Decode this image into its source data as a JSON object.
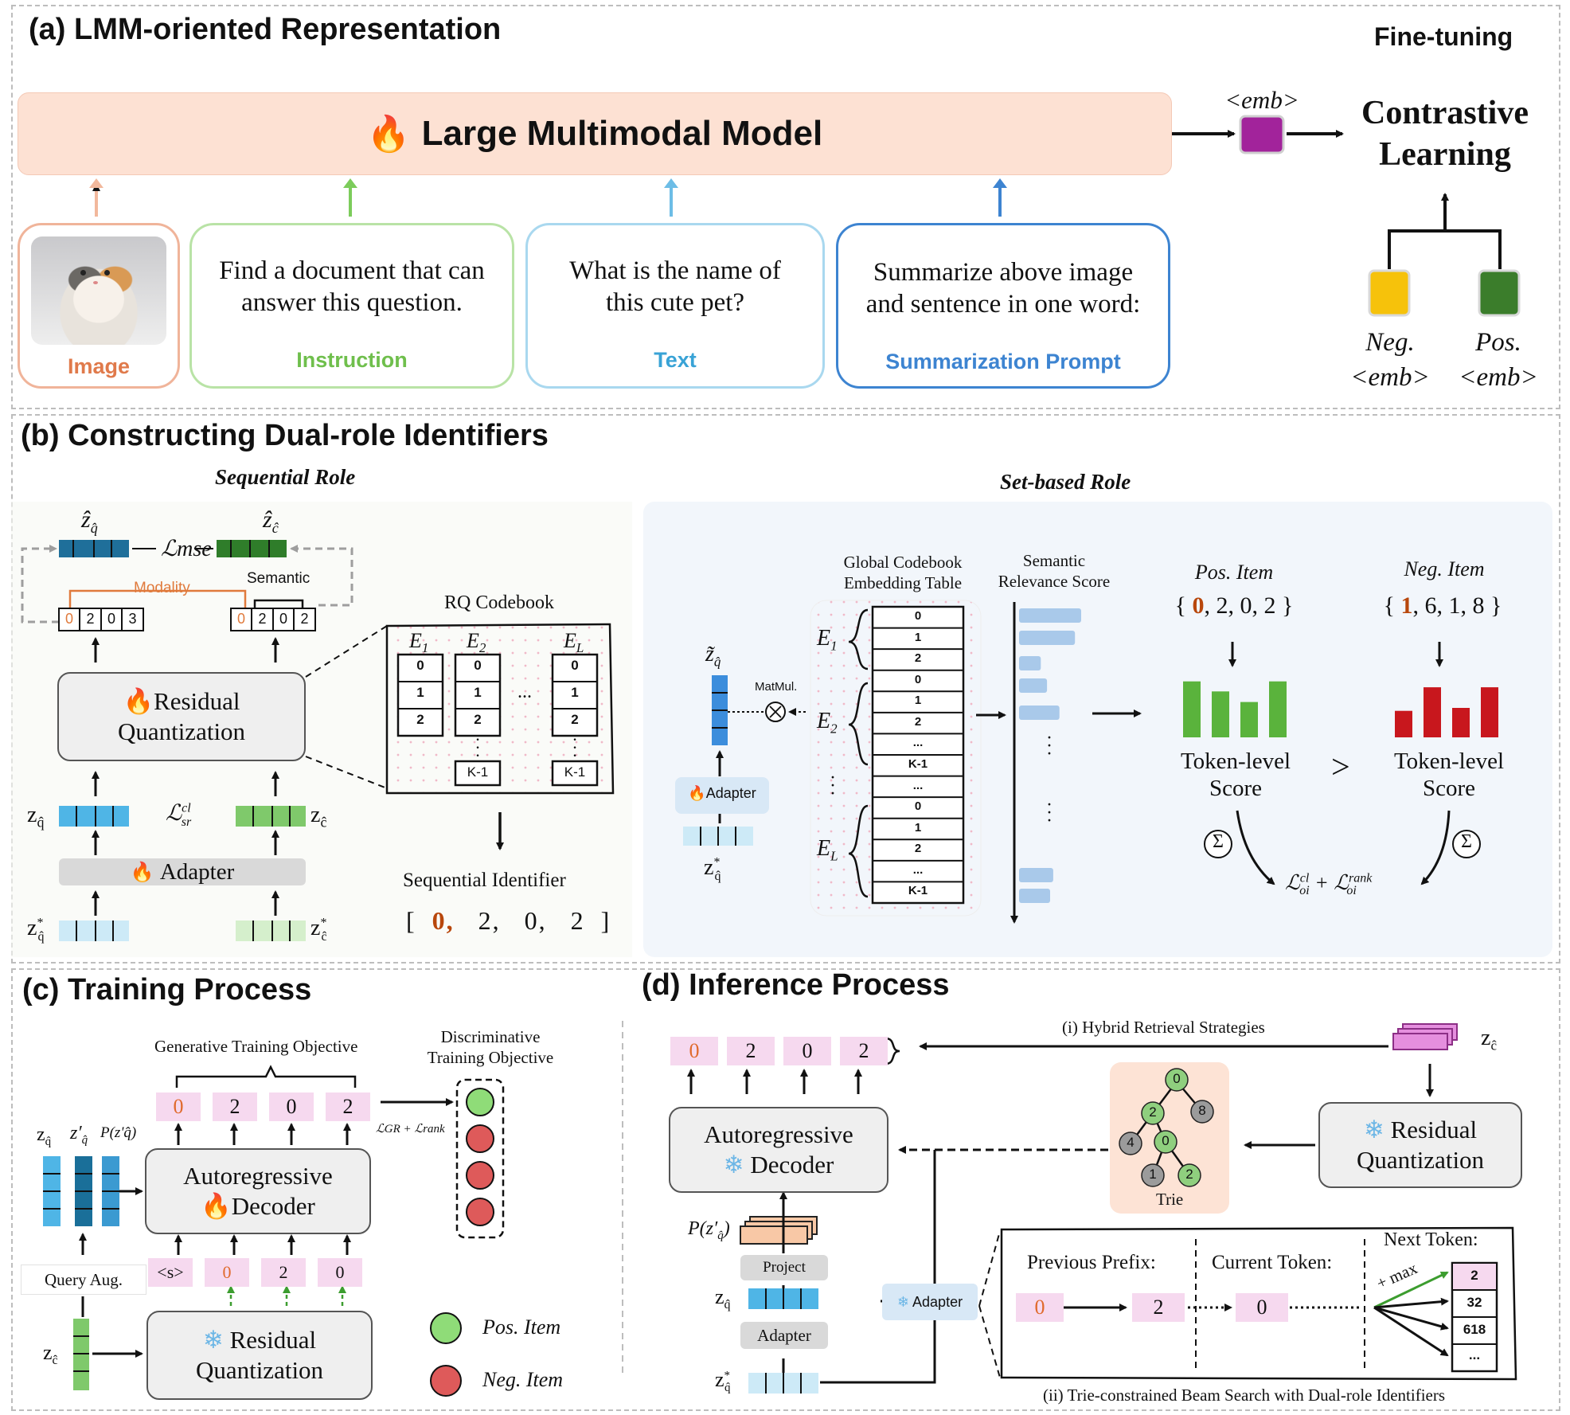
{
  "panel_a": {
    "title": "(a) LMM-oriented  Representation",
    "finetune": "Fine-tuning",
    "lmm_label": "Large Multimodal Model",
    "emb": "<emb>",
    "contrastive": [
      "Contrastive",
      "Learning"
    ],
    "neg": [
      "Neg.",
      "<emb>"
    ],
    "pos": [
      "Pos.",
      "<emb>"
    ],
    "inputs": [
      {
        "label": "Image"
      },
      {
        "text": [
          "Find a document that can",
          "answer this question."
        ],
        "label": "Instruction"
      },
      {
        "text": [
          "What is the name of",
          "this cute pet?"
        ],
        "label": "Text"
      },
      {
        "text": [
          "Summarize above image",
          "and sentence in one word:"
        ],
        "label": "Summarization Prompt"
      }
    ],
    "colors": {
      "lmm_bg": "#fde1d3",
      "emb": "#a2239b",
      "neg": "#f6c20b",
      "pos": "#3b7d2b",
      "image": "#e07a4b",
      "instruction": "#6fbf4c",
      "text": "#39a3d6",
      "summary": "#3d84d1"
    }
  },
  "panel_b": {
    "title": "(b) Constructing Dual-role Identifiers",
    "sequential_role": "Sequential Role",
    "set_role": "Set-based Role",
    "loss_mse": "ℒmse",
    "modality": "Modality",
    "semantic": "Semantic",
    "id_q": [
      "0",
      "2",
      "0",
      "3"
    ],
    "id_c": [
      "0",
      "2",
      "0",
      "2"
    ],
    "rq_label": [
      "Residual",
      "Quantization"
    ],
    "adapter": "Adapter",
    "rq_codebook": "RQ Codebook",
    "codebook_cols": [
      "E1",
      "E2",
      "EL"
    ],
    "codebook_cells": [
      "0",
      "1",
      "2",
      "K-1"
    ],
    "ellipsis": "...",
    "seq_identifier_label": "Sequential Identifier",
    "seq_identifier": [
      "0,",
      "2,",
      "0,",
      "2"
    ],
    "global_codebook": [
      "Global Codebook",
      "Embedding Table"
    ],
    "semantic_relevance": [
      "Semantic",
      "Relevance Score"
    ],
    "matmul": "MatMul.",
    "table_rows": [
      "0",
      "1",
      "2",
      "0",
      "1",
      "2",
      "...",
      "K-1",
      "...",
      "0",
      "1",
      "2",
      "...",
      "K-1"
    ],
    "pos_item": "Pos. Item",
    "neg_item": "Neg. Item",
    "pos_set": [
      "{",
      "0",
      ", 2, 0, 2 }"
    ],
    "neg_set": [
      "{",
      "1",
      ", 6, 1, 8 }"
    ],
    "token_score": [
      "Token-level",
      "Score"
    ],
    "gt": ">",
    "sigma": "Σ",
    "pos_bars": [
      0.95,
      0.78,
      0.6,
      0.95
    ],
    "neg_bars": [
      0.45,
      0.85,
      0.5,
      0.85
    ],
    "relevance_bars": [
      1.0,
      0.9,
      0.35,
      0.45,
      0.65,
      0.55,
      0.5
    ]
  },
  "panel_c": {
    "title": "(c) Training Process",
    "gen_obj": "Generative Training Objective",
    "disc_obj": [
      "Discriminative",
      "Training Objective"
    ],
    "out_tokens": [
      "0",
      "2",
      "0",
      "2"
    ],
    "in_tokens": [
      "<s>",
      "0",
      "2",
      "0"
    ],
    "decoder": [
      "Autoregressive",
      "Decoder"
    ],
    "rq": [
      "Residual",
      "Quantization"
    ],
    "query_aug": "Query Aug.",
    "loss": "ℒGR + ℒrank",
    "pos_item": "Pos. Item",
    "neg_item": "Neg. Item",
    "p_label": "P(z'q̂)"
  },
  "panel_d": {
    "title": "(d) Inference Process",
    "hybrid": "(i) Hybrid Retrieval Strategies",
    "tokens": [
      "0",
      "2",
      "0",
      "2"
    ],
    "decoder": [
      "Autoregressive",
      "Decoder"
    ],
    "rq": [
      "Residual",
      "Quantization"
    ],
    "trie": "Trie",
    "trie_nodes": [
      "0",
      "2",
      "8",
      "4",
      "0",
      "1",
      "2"
    ],
    "project": "Project",
    "adapter": "Adapter",
    "prev_prefix": "Previous Prefix:",
    "current_token": "Current Token:",
    "next_token": "Next Token:",
    "prefix_tokens": [
      "0",
      "2",
      "0"
    ],
    "max": "+ max",
    "next_list": [
      "2",
      "32",
      "618",
      "..."
    ],
    "beam_search": "(ii) Trie-constrained Beam Search with Dual-role Identifiers"
  }
}
